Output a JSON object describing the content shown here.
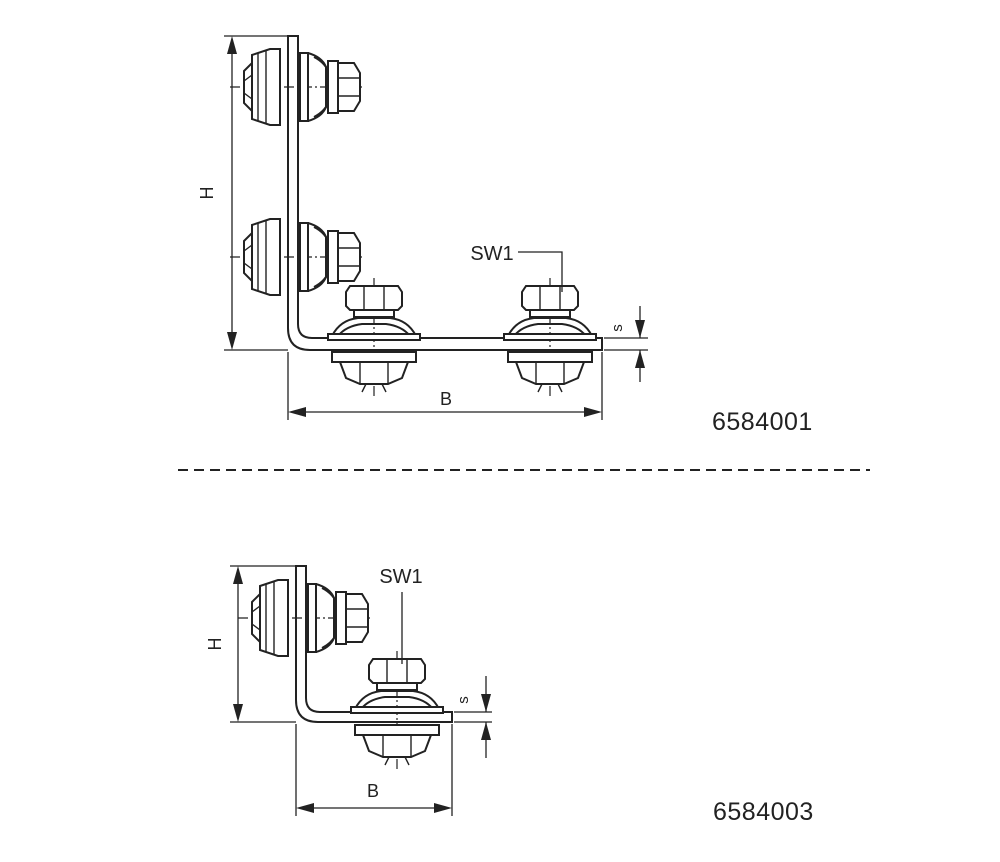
{
  "drawing_1": {
    "part_number": "6584001",
    "label_height": "H",
    "label_width": "B",
    "label_thickness": "s",
    "label_wrench": "SW1"
  },
  "drawing_2": {
    "part_number": "6584003",
    "label_height": "H",
    "label_width": "B",
    "label_thickness": "s",
    "label_wrench": "SW1"
  }
}
